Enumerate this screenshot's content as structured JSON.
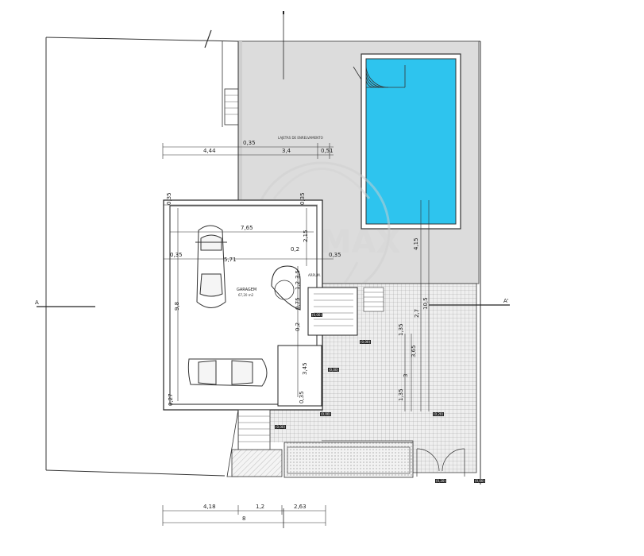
{
  "labels": {
    "terrace": "LAJETAS DE ENRELVAMENTO",
    "garage_title": "GARAGEM",
    "garage_area": "67,20 m2",
    "watermark": "RE/MAX",
    "section_left": "A",
    "section_right": "A'",
    "room_small": "ARRUM.",
    "level_1": "(0,00)",
    "level_2": "(0,00)",
    "level_3": "(0,00)",
    "level_4": "(0,20)",
    "level_5": "(0,20)",
    "level_6": "(0,00)",
    "level_7": "(0,00)",
    "level_8": "(0,00)"
  },
  "dims": {
    "top_0_35": "0,35",
    "top_4_44": "4,44",
    "top_3_4": "3,4",
    "top_0_51": "0,51",
    "g_0_35_tl": "0,35",
    "g_0_35_tr": "0,35",
    "g_7_65": "7,65",
    "g_2_15": "2,15",
    "g_0_35_ml": "0,35",
    "g_5_71": "5,71",
    "g_0_2": "0,2",
    "g_0_35_mr": "0,35",
    "g_9_8": "9,8",
    "g_3_5": "3,5",
    "g_1_2": "1,2",
    "g_0_75": "0,75",
    "g_0_2b": "0,2",
    "g_3_45": "3,45",
    "g_0_35_b": "0,35",
    "g_0_27": "0,27",
    "p_4_15": "4,15",
    "p_2_7": "2,7",
    "p_10_5": "10,5",
    "p_1_35": "1,35",
    "p_3_65": "3,65",
    "p_3": "3",
    "p_1_35b": "1,35",
    "b_4_18": "4,18",
    "b_1_2": "1,2",
    "b_2_63": "2,63",
    "b_8": "8"
  }
}
